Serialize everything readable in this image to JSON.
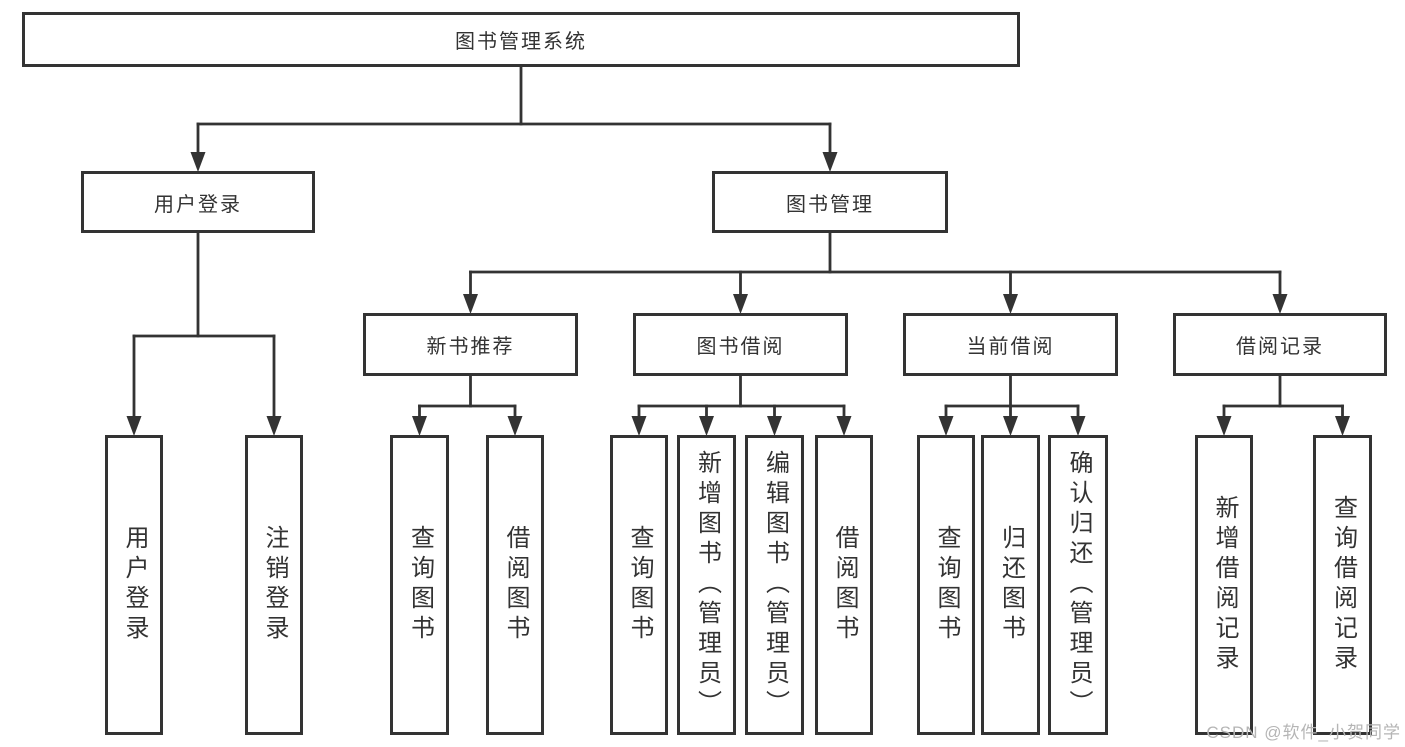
{
  "diagram": {
    "nodes": [
      {
        "id": "root",
        "label": "图书管理系统",
        "level": 1
      },
      {
        "id": "login",
        "label": "用户登录",
        "level": 2
      },
      {
        "id": "mgmt",
        "label": "图书管理",
        "level": 2
      },
      {
        "id": "newbook",
        "label": "新书推荐",
        "level": 3
      },
      {
        "id": "borrow",
        "label": "图书借阅",
        "level": 3
      },
      {
        "id": "current",
        "label": "当前借阅",
        "level": 3
      },
      {
        "id": "records",
        "label": "借阅记录",
        "level": 3
      },
      {
        "id": "login-user",
        "label": "用户登录",
        "level": 4
      },
      {
        "id": "login-logout",
        "label": "注销登录",
        "level": 4
      },
      {
        "id": "newbook-query",
        "label": "查询图书",
        "level": 4
      },
      {
        "id": "newbook-borrow",
        "label": "借阅图书",
        "level": 4
      },
      {
        "id": "borrow-query",
        "label": "查询图书",
        "level": 4
      },
      {
        "id": "borrow-add",
        "label": "新增图书（管理员）",
        "level": 4
      },
      {
        "id": "borrow-edit",
        "label": "编辑图书（管理员）",
        "level": 4
      },
      {
        "id": "borrow-lend",
        "label": "借阅图书",
        "level": 4
      },
      {
        "id": "current-query",
        "label": "查询图书",
        "level": 4
      },
      {
        "id": "current-return",
        "label": "归还图书",
        "level": 4
      },
      {
        "id": "current-confirm",
        "label": "确认归还（管理员）",
        "level": 4
      },
      {
        "id": "records-add",
        "label": "新增借阅记录",
        "level": 4
      },
      {
        "id": "records-query",
        "label": "查询借阅记录",
        "level": 4
      }
    ],
    "edges": [
      {
        "parent": "root",
        "children": [
          "login",
          "mgmt"
        ]
      },
      {
        "parent": "login",
        "children": [
          "login-user",
          "login-logout"
        ]
      },
      {
        "parent": "mgmt",
        "children": [
          "newbook",
          "borrow",
          "current",
          "records"
        ]
      },
      {
        "parent": "newbook",
        "children": [
          "newbook-query",
          "newbook-borrow"
        ]
      },
      {
        "parent": "borrow",
        "children": [
          "borrow-query",
          "borrow-add",
          "borrow-edit",
          "borrow-lend"
        ]
      },
      {
        "parent": "current",
        "children": [
          "current-query",
          "current-return",
          "current-confirm"
        ]
      },
      {
        "parent": "records",
        "children": [
          "records-add",
          "records-query"
        ]
      }
    ]
  },
  "watermark": {
    "text": "CSDN @软件_小贺同学"
  },
  "colors": {
    "line": "#333333",
    "box_border": "#333333",
    "box_fill": "#ffffff",
    "text": "#333333",
    "watermark": "#b5b5b5",
    "background": "#ffffff"
  }
}
